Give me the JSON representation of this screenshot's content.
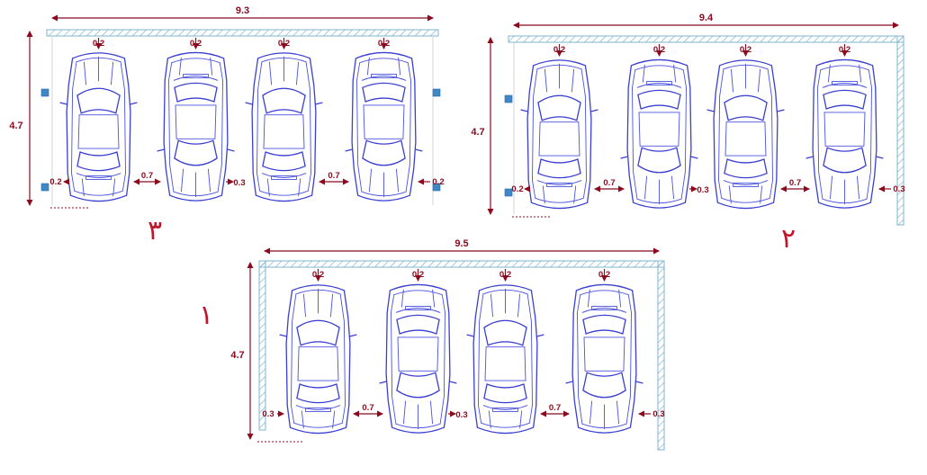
{
  "colors": {
    "dimension": "#8b0a1e",
    "panel_number": "#c0152a",
    "car_outline": "#3a3fd0",
    "wall_hatch": "#7fb4cf",
    "column": "#3f87c6"
  },
  "panels": [
    {
      "id": "panel-3",
      "number": "۳",
      "width_label": "9.3",
      "height_label": "4.7",
      "front_gap_labels": [
        "0.2",
        "0.2",
        "0.2",
        "0.2"
      ],
      "side_left_label": "0.2",
      "side_right_label": "0.2",
      "aisle_labels": [
        "0.7",
        "0.3",
        "0.7"
      ]
    },
    {
      "id": "panel-2",
      "number": "۲",
      "width_label": "9.4",
      "height_label": "4.7",
      "front_gap_labels": [
        "0.2",
        "0.2",
        "0.2",
        "0.2"
      ],
      "side_left_label": "0.2",
      "side_right_label": "0.3",
      "aisle_labels": [
        "0.7",
        "0.3",
        "0.7"
      ]
    },
    {
      "id": "panel-1",
      "number": "۱",
      "width_label": "9.5",
      "height_label": "4.7",
      "front_gap_labels": [
        "0.2",
        "0.2",
        "0.2",
        "0.2"
      ],
      "side_left_label": "0.3",
      "side_right_label": "0.3",
      "aisle_labels": [
        "0.7",
        "0.3",
        "0.7"
      ]
    }
  ]
}
